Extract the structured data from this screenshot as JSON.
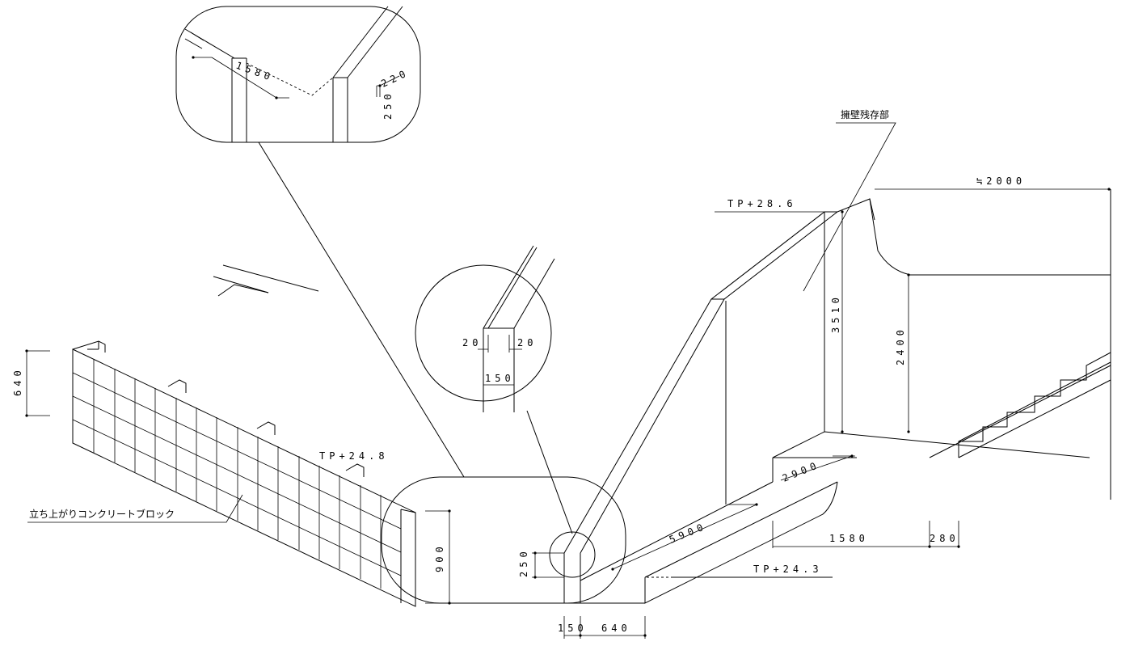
{
  "labels": {
    "retaining_wall": "擁壁残存部",
    "concrete_block": "立ち上がりコンクリートブロック",
    "tp_286": "TP+28.6",
    "tp_248": "TP+24.8",
    "tp_243": "TP+24.3",
    "approx_2000": "≒2000"
  },
  "dims": {
    "d640_left": "640",
    "d900": "900",
    "d250_base": "250",
    "d150_bottom": "150",
    "d640_bottom": "640",
    "d5900": "5900",
    "d2900": "2900",
    "d1580": "1580",
    "d280": "280",
    "d3510": "3510",
    "d2400": "2400",
    "c_20_left": "20",
    "c_20_right": "20",
    "c_150": "150",
    "t_1580": "1580",
    "t_220": "220",
    "t_250": "250"
  }
}
